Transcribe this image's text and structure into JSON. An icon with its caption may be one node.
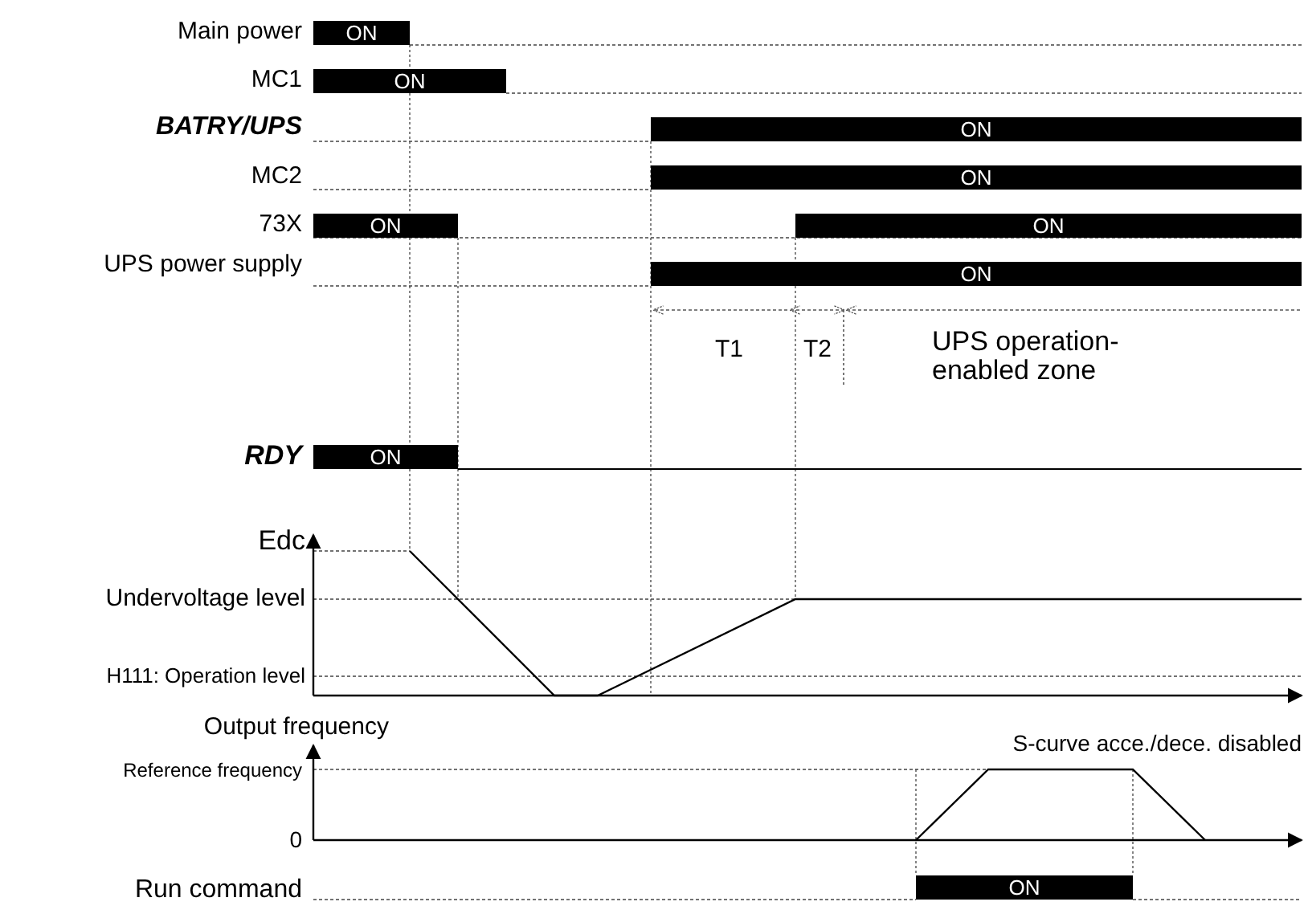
{
  "diagram": {
    "labels": [
      "Main power",
      "ON",
      "MC1",
      "ON",
      "BATRY/UPS",
      "ON",
      "MC2",
      "ON",
      "73X",
      "ON",
      "ON",
      "UPS power supply",
      "ON",
      "T1",
      "T2",
      "UPS operation-enabled zone",
      "RDY",
      "ON",
      "Edc",
      "Undervoltage level",
      "H111: Operation level",
      "Output frequency",
      "S-curve acce./dece. disabled",
      "Reference frequency",
      "0",
      "Run command",
      "ON"
    ]
  }
}
